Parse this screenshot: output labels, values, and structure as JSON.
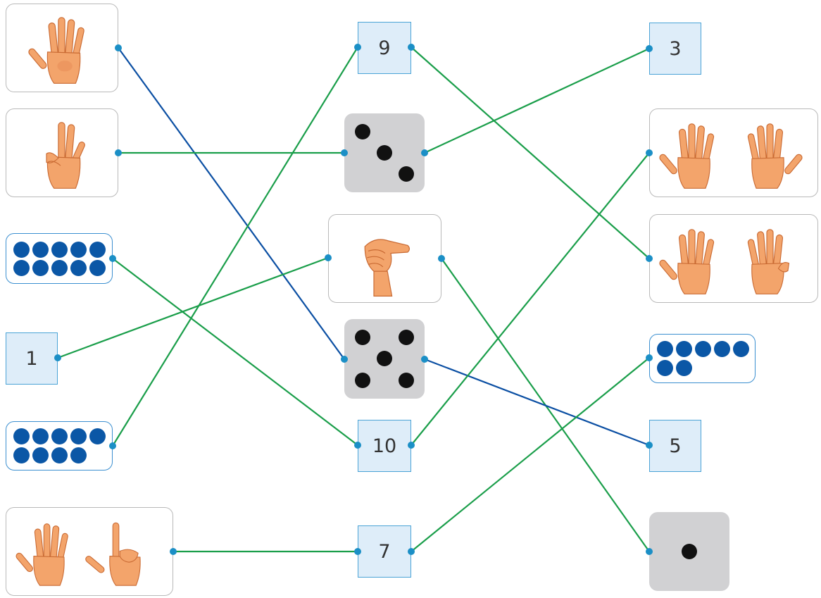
{
  "labels": {
    "n1": "1",
    "n9": "9",
    "n10": "10",
    "n7": "7",
    "n3": "3",
    "n5": "5"
  },
  "colors": {
    "green_line": "#1a9e4a",
    "blue_line": "#0b4fa3",
    "endpoint": "#1b8fc6",
    "counter_dot": "#0b57a6",
    "skin": "#f3a46b"
  },
  "left_column": [
    {
      "kind": "hand",
      "count": 5
    },
    {
      "kind": "hand",
      "count": 3
    },
    {
      "kind": "dots",
      "count": 10
    },
    {
      "kind": "number",
      "count": 1
    },
    {
      "kind": "dots",
      "count": 9
    },
    {
      "kind": "hands",
      "count": 7
    }
  ],
  "middle_column": [
    {
      "kind": "number",
      "count": 9
    },
    {
      "kind": "die",
      "count": 3
    },
    {
      "kind": "hand",
      "count": 1
    },
    {
      "kind": "die",
      "count": 5
    },
    {
      "kind": "number",
      "count": 10
    },
    {
      "kind": "number",
      "count": 7
    }
  ],
  "right_column": [
    {
      "kind": "number",
      "count": 3
    },
    {
      "kind": "hands",
      "count": 10
    },
    {
      "kind": "hands",
      "count": 9
    },
    {
      "kind": "dots",
      "count": 7
    },
    {
      "kind": "number",
      "count": 5
    },
    {
      "kind": "die",
      "count": 1
    }
  ],
  "connections": [
    {
      "from": "left-hand-5",
      "to": "middle-die-5",
      "color": "blue"
    },
    {
      "from": "left-hand-3",
      "to": "middle-die-3",
      "color": "green"
    },
    {
      "from": "left-dots-10",
      "to": "middle-number-10",
      "color": "green"
    },
    {
      "from": "left-number-1",
      "to": "middle-hand-1",
      "color": "green"
    },
    {
      "from": "left-dots-9",
      "to": "middle-number-9",
      "color": "green"
    },
    {
      "from": "left-hands-7",
      "to": "middle-number-7",
      "color": "green"
    },
    {
      "from": "middle-number-9",
      "to": "right-hands-9",
      "color": "green"
    },
    {
      "from": "middle-die-3",
      "to": "right-number-3",
      "color": "green"
    },
    {
      "from": "middle-hand-1",
      "to": "right-die-1",
      "color": "green"
    },
    {
      "from": "middle-die-5",
      "to": "right-number-5",
      "color": "blue"
    },
    {
      "from": "middle-number-10",
      "to": "right-hands-10",
      "color": "green"
    },
    {
      "from": "middle-number-7",
      "to": "right-dots-7",
      "color": "green"
    }
  ]
}
